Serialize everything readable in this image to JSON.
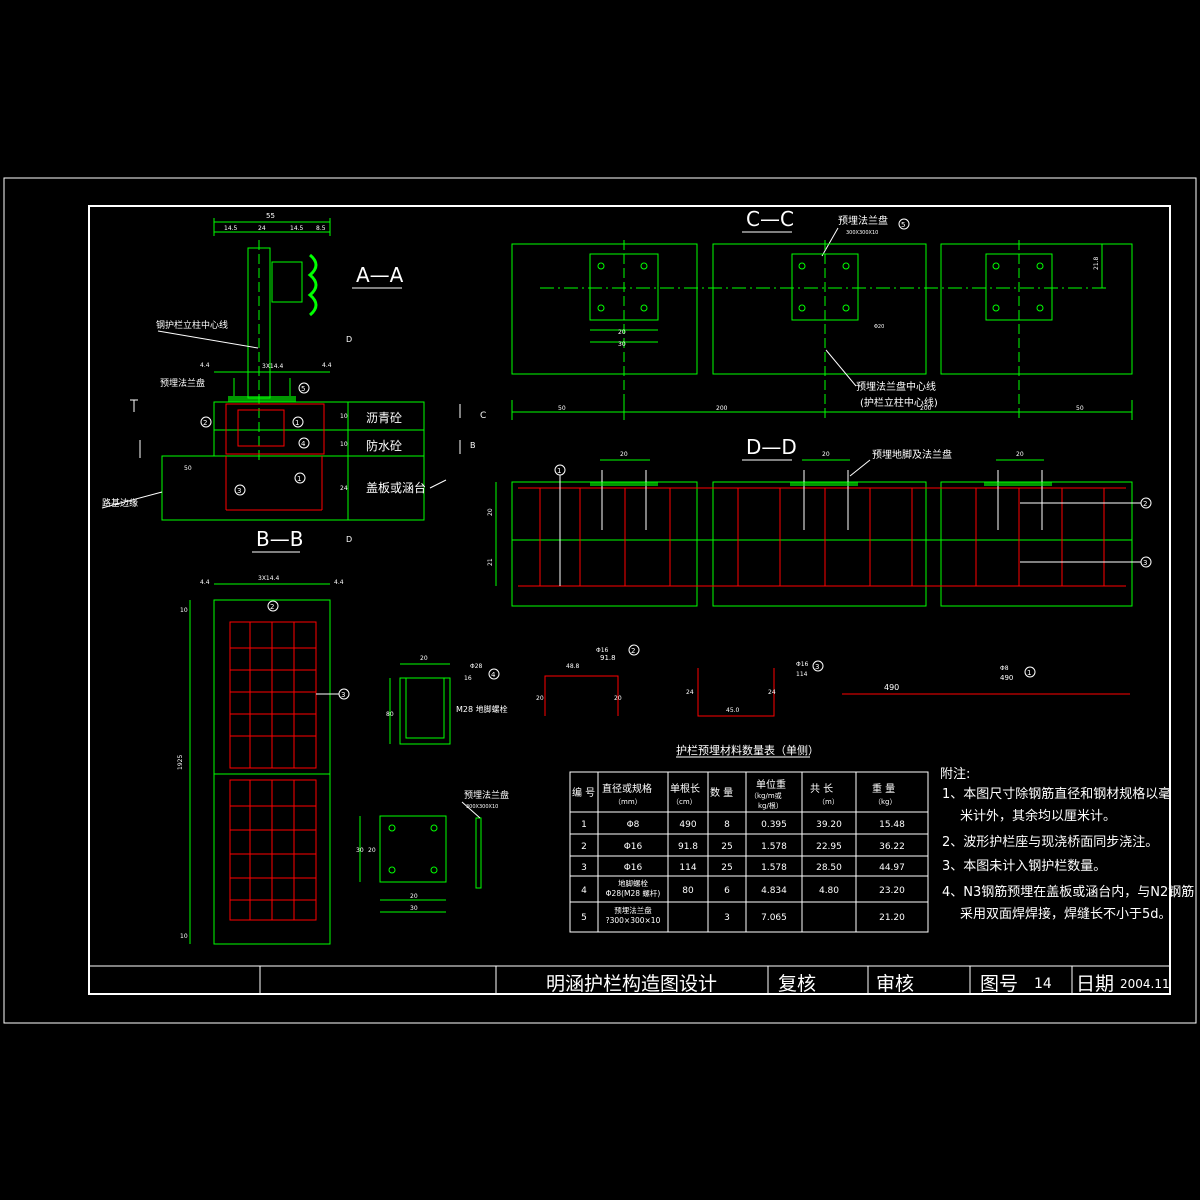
{
  "colors": {
    "background": "#000000",
    "outline": "#00ff00",
    "rebar": "#ff0000",
    "text": "#ffffff",
    "dim": "#00ff00"
  },
  "sections": {
    "aa_title": "A—A",
    "bb_title": "B—B",
    "cc_title": "C—C",
    "dd_title": "D—D"
  },
  "aa": {
    "label_post_centerline": "钢护栏立柱中心线",
    "label_flange": "预埋法兰盘",
    "label_asphalt": "沥青砼",
    "label_waterproof": "防水砼",
    "label_slab": "盖板或涵台",
    "label_deck_edge": "路基边缘",
    "dim_top_total": "55",
    "dim_top_parts": [
      "14.5",
      "24",
      "14.5",
      "8.5"
    ],
    "dim_small": "4.4",
    "dim_plate": "3X14.4",
    "dim_side_1": "10",
    "dim_side_2": "10",
    "dim_side_3": "24",
    "dim_bottom": "50",
    "cut_c": "C",
    "cut_b": "B",
    "cut_d": "D",
    "circle_1": "1",
    "circle_2": "2",
    "circle_3": "3",
    "circle_4": "4",
    "circle_5": "5"
  },
  "cc": {
    "label_flange": "预埋法兰盘",
    "label_flange_spec": "300X300X10",
    "label_center": "预埋法兰盘中心线",
    "label_center2": "(护栏立柱中心线)",
    "dim_bottom": [
      "50",
      "200",
      "200",
      "50"
    ],
    "dim_small": [
      "20",
      "30",
      "20",
      "20"
    ],
    "dim_hole": "Φ20",
    "dim_right": "21.8",
    "circle": "5"
  },
  "dd": {
    "label_anchor": "预埋地脚及法兰盘",
    "dims_top": [
      "20",
      "20",
      "20"
    ],
    "dim_left": [
      "20",
      "21"
    ],
    "circles": [
      "1",
      "2",
      "3"
    ]
  },
  "bb": {
    "dim_top": "3X14.4",
    "dim_small": "4.4",
    "dim_left": "1925",
    "dim_edge": "10",
    "circles": [
      "2",
      "3"
    ]
  },
  "details": {
    "anchor_bolt": {
      "dims": [
        "20",
        "Φ28",
        "80",
        "16"
      ],
      "label": "M28 地脚螺栓",
      "circle": "4"
    },
    "bar2": {
      "label_dia": "Φ16",
      "len": "91.8",
      "dims": [
        "48.8",
        "20",
        "20"
      ],
      "circle": "2"
    },
    "bar3": {
      "label_dia": "Φ16",
      "len": "114",
      "dims": [
        "24",
        "45.0",
        "24"
      ],
      "circle": "3"
    },
    "bar1": {
      "label_dia": "Φ8",
      "len": "490",
      "circle": "1"
    },
    "flange_plate": {
      "label": "预埋法兰盘",
      "spec": "300X300X10",
      "dims": [
        "30",
        "20",
        "30",
        "20",
        "30"
      ]
    }
  },
  "table": {
    "title": "护栏预埋材料数量表（单侧）",
    "headers": [
      [
        "编 号"
      ],
      [
        "直径或规格",
        "（mm）"
      ],
      [
        "单根长",
        "（cm）"
      ],
      [
        "数 量"
      ],
      [
        "单位重",
        "（kg/m或",
        "kg/根）"
      ],
      [
        "共 长",
        "（m）"
      ],
      [
        "重 量",
        "（kg）"
      ]
    ],
    "rows": [
      [
        "1",
        "Φ8",
        "490",
        "8",
        "0.395",
        "39.20",
        "15.48"
      ],
      [
        "2",
        "Φ16",
        "91.8",
        "25",
        "1.578",
        "22.95",
        "36.22"
      ],
      [
        "3",
        "Φ16",
        "114",
        "25",
        "1.578",
        "28.50",
        "44.97"
      ],
      [
        "4",
        "地脚螺栓|Φ28(M28 螺杆)",
        "80",
        "6",
        "4.834",
        "4.80",
        "23.20"
      ],
      [
        "5",
        "预埋法兰盘|?300×300×10",
        "",
        "3",
        "7.065",
        "",
        "21.20"
      ]
    ]
  },
  "notes": {
    "title": "附注:",
    "items": [
      "1、本图尺寸除钢筋直径和钢材规格以毫",
      "米计外，其余均以厘米计。",
      "2、波形护栏座与现浇桥面同步浇注。",
      "3、本图未计入钢护栏数量。",
      "4、N3钢筋预埋在盖板或涵台内，与N2钢筋",
      "采用双面焊焊接，焊缝长不小于5d。"
    ]
  },
  "titleblock": {
    "title": "明涵护栏构造图设计",
    "review": "复核",
    "audit": "审核",
    "drawing_no_label": "图号",
    "drawing_no": "14",
    "date_label": "日期",
    "date": "2004.11"
  }
}
